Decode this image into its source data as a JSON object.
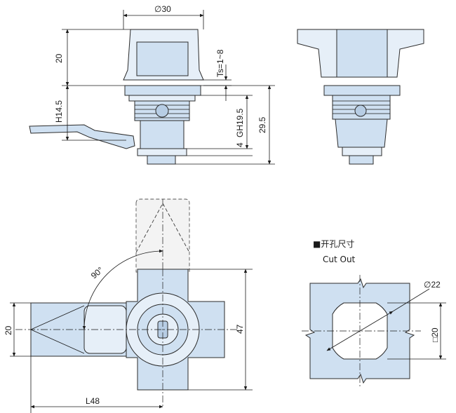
{
  "dimensions": {
    "top_diameter": "∅30",
    "height_top": "20",
    "thickness_range": "Ts=1~8",
    "handle_height": "H14.5",
    "grip_height": "GH19.5",
    "total_height": "29.5",
    "small_gap": "4",
    "rotation_angle": "90°",
    "width_front": "20",
    "length_48": "47",
    "lever_length": "L48",
    "hole_diameter": "∅22",
    "hole_square": "□20"
  },
  "cutout": {
    "title": "■开孔尺寸",
    "subtitle": "Cut Out"
  },
  "colors": {
    "part_fill": "#cfe0f1",
    "part_light": "#e6eff8",
    "outline": "#2b2b2b"
  }
}
